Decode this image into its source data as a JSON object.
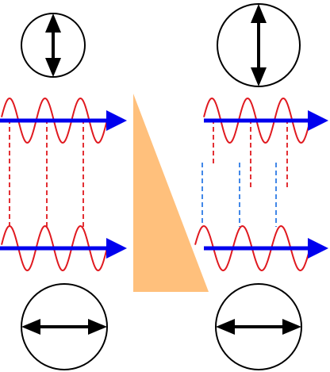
{
  "diagram": {
    "polarization_indicators": [
      {
        "id": "top-left",
        "orientation": "vertical"
      },
      {
        "id": "top-right",
        "orientation": "vertical"
      },
      {
        "id": "bottom-left",
        "orientation": "horizontal"
      },
      {
        "id": "bottom-right",
        "orientation": "horizontal"
      }
    ],
    "waves": [
      {
        "id": "upper-left",
        "cycles": 3
      },
      {
        "id": "upper-right",
        "cycles": 3
      },
      {
        "id": "lower-left",
        "cycles": 3
      },
      {
        "id": "lower-right",
        "cycles": 3
      }
    ],
    "prism": {
      "shape": "right-triangle"
    },
    "colors": {
      "wave": "#e0191f",
      "beam_arrow": "#0000ee",
      "prism": "#ffc07c",
      "dashed_left": "#e0191f",
      "dashed_upper_right": "#e0191f",
      "dashed_lower_right": "#2e7be6",
      "indicator": "#000000"
    }
  }
}
